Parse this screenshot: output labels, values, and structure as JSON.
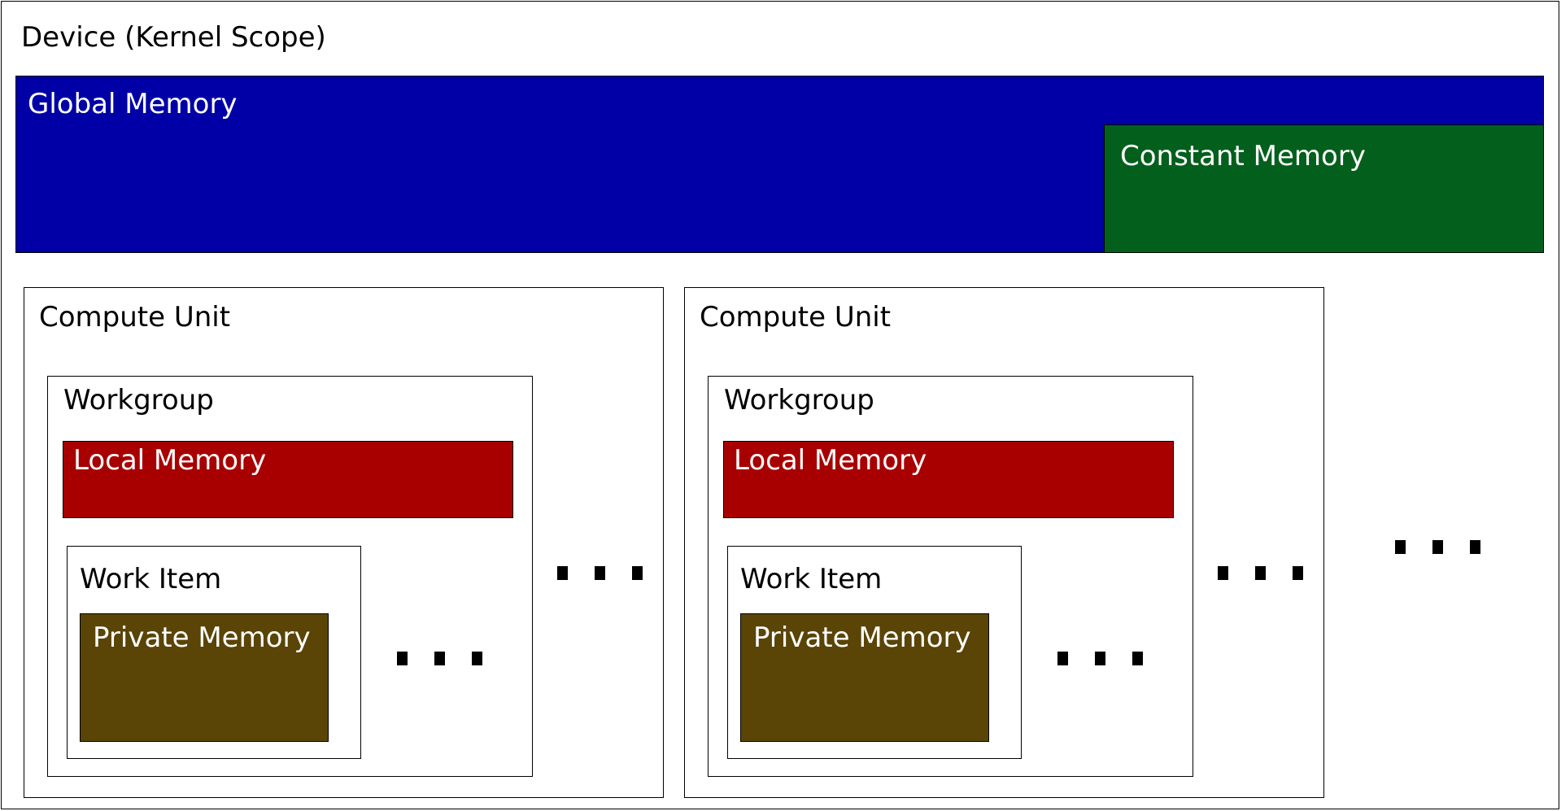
{
  "device": {
    "title": "Device (Kernel Scope)"
  },
  "global_memory": {
    "label": "Global Memory"
  },
  "constant_memory": {
    "label": "Constant Memory"
  },
  "compute_units": [
    {
      "label": "Compute Unit",
      "workgroup": {
        "label": "Workgroup",
        "local_memory": "Local Memory",
        "work_item": {
          "label": "Work Item",
          "private_memory": "Private Memory"
        }
      }
    },
    {
      "label": "Compute Unit",
      "workgroup": {
        "label": "Workgroup",
        "local_memory": "Local Memory",
        "work_item": {
          "label": "Work Item",
          "private_memory": "Private Memory"
        }
      }
    }
  ],
  "colors": {
    "global_memory": "#0000a6",
    "constant_memory": "#03601c",
    "local_memory": "#a80000",
    "private_memory": "#5a4406",
    "border": "#000000"
  }
}
